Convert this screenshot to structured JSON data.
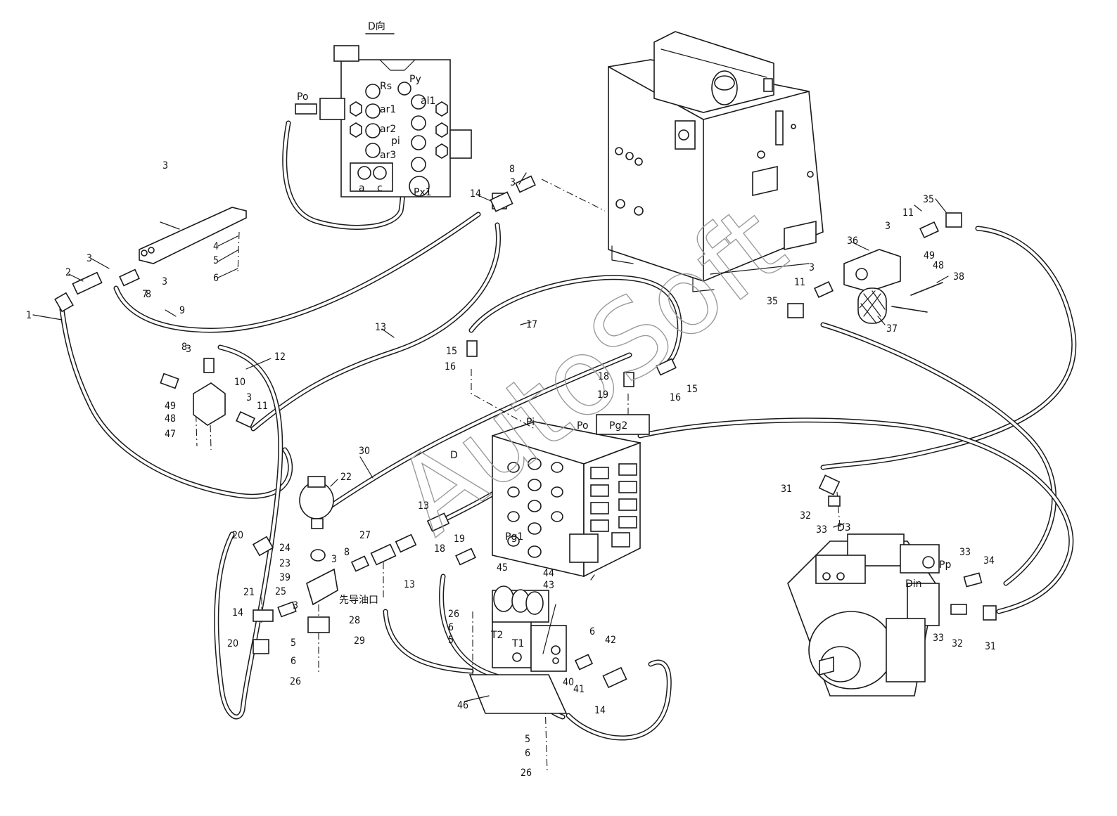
{
  "view_title": "D向",
  "watermark": "AutoSoft",
  "chinese_note": "先导油口",
  "ports": [
    "Rs",
    "Py",
    "ar1",
    "al1",
    "ar2",
    "pi",
    "ar3",
    "a",
    "c",
    "Px1",
    "Po",
    "Pi",
    "Po",
    "Pg2",
    "D",
    "Pg1",
    "T2",
    "T1",
    "D3",
    "Din",
    "Pp"
  ],
  "callouts": [
    "1",
    "2",
    "3",
    "3",
    "4",
    "5",
    "6",
    "7",
    "8",
    "9",
    "3",
    "8",
    "8",
    "3",
    "10",
    "12",
    "13",
    "14",
    "15",
    "16",
    "17",
    "3",
    "49",
    "48",
    "47",
    "11",
    "3",
    "15",
    "16",
    "18",
    "19",
    "22",
    "30",
    "13",
    "20",
    "24",
    "23",
    "39",
    "25",
    "3",
    "8",
    "27",
    "19",
    "18",
    "13",
    "21",
    "14",
    "3",
    "28",
    "5",
    "6",
    "26",
    "20",
    "29",
    "45",
    "44",
    "43",
    "26",
    "6",
    "5",
    "6",
    "42",
    "40",
    "41",
    "14",
    "46",
    "5",
    "6",
    "26",
    "35",
    "11",
    "3",
    "36",
    "49",
    "48",
    "38",
    "3",
    "11",
    "35",
    "37",
    "31",
    "32",
    "33",
    "33",
    "34",
    "33",
    "32",
    "31"
  ],
  "colors": {
    "line": "#1a1a1a",
    "watermark": "#9a9a9a",
    "background": "#ffffff"
  }
}
